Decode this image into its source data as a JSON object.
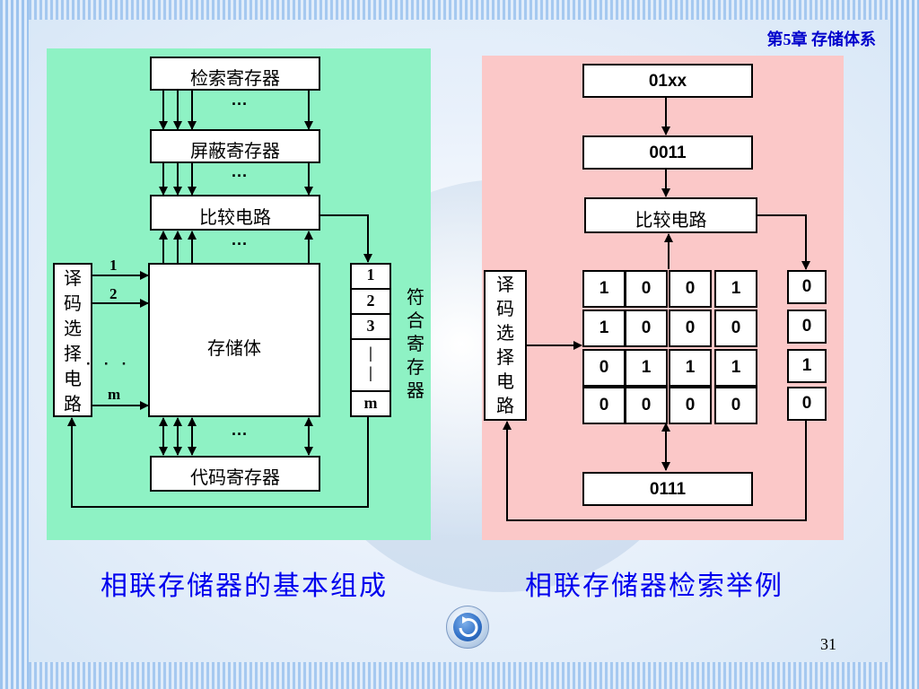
{
  "header": {
    "chapter": "第5章 存储体系"
  },
  "left_diagram": {
    "search_register": "检索寄存器",
    "mask_register": "屏蔽寄存器",
    "compare_circuit": "比较电路",
    "storage": "存储体",
    "code_register": "代码寄存器",
    "decoder": [
      "译",
      "码",
      "选",
      "择",
      "电",
      "路"
    ],
    "match_register_label": [
      "符",
      "合",
      "寄",
      "存",
      "器"
    ],
    "match_cells": [
      "1",
      "2",
      "3",
      "|",
      "|",
      "m"
    ],
    "row_labels": [
      "1",
      "2",
      "m"
    ],
    "dots": [
      "···",
      "···",
      "···",
      "···"
    ],
    "side_dots": "·   ·   ·"
  },
  "right_diagram": {
    "search_value": "01xx",
    "mask_value": "0011",
    "compare_circuit": "比较电路",
    "decoder": [
      "译",
      "码",
      "选",
      "择",
      "电",
      "路"
    ],
    "matrix": [
      [
        "1",
        "0",
        "0",
        "1"
      ],
      [
        "1",
        "0",
        "0",
        "0"
      ],
      [
        "0",
        "1",
        "1",
        "1"
      ],
      [
        "0",
        "0",
        "0",
        "0"
      ]
    ],
    "match_bits": [
      "0",
      "0",
      "1",
      "0"
    ],
    "output_value": "0111"
  },
  "captions": {
    "left": "相联存储器的基本组成",
    "right": "相联存储器检索举例"
  },
  "footer": {
    "page_number": "31"
  },
  "colors": {
    "left_panel": "#8ef2c4",
    "right_panel": "#fbc8c8",
    "caption": "#0000ee",
    "chapter": "#0000cc"
  },
  "icons": {
    "home": "return-arrow-icon"
  }
}
